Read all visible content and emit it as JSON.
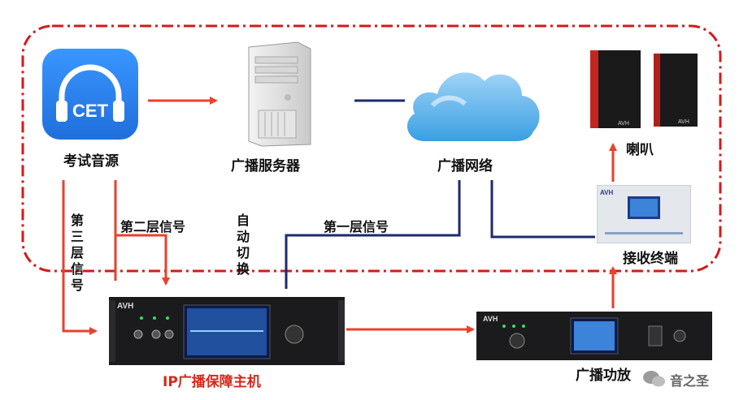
{
  "nodes": {
    "exam_audio": "考试音源",
    "cet_logo_text": "CET",
    "broadcast_server": "广播服务器",
    "broadcast_network": "广播网络",
    "speaker": "喇叭",
    "receiver_terminal": "接收终端",
    "ip_host": "IP广播保障主机",
    "amplifier": "广播功放"
  },
  "signals": {
    "third_layer": "第\n三\n层\n信\n号",
    "second_layer": "第二层信号",
    "first_layer": "第一层信号",
    "auto_switch": "自\n动\n切\n换"
  },
  "device_brand": "AVH",
  "watermark": "音之圣",
  "colors": {
    "arrow_red": "#e8412c",
    "line_navy": "#1c2a6e",
    "boundary_red": "#d41a1a",
    "cet_blue": "#2a83f0",
    "label_red": "#d6281b"
  }
}
